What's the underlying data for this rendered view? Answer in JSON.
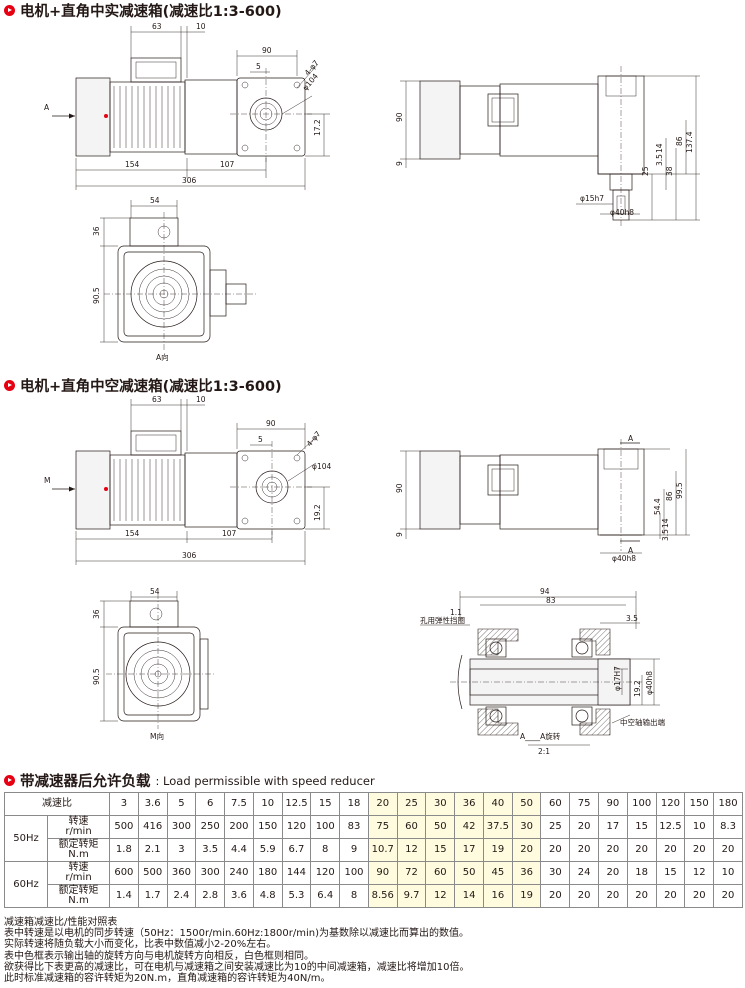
{
  "section1": {
    "title": "电机+直角中实减速箱(减速比1:3-600)"
  },
  "section2": {
    "title": "电机+直角中空减速箱(减速比1:3-600)"
  },
  "section3": {
    "title": "带减速器后允许负载",
    "subtitle": ": Load permissible with speed reducer"
  },
  "drawing1": {
    "top": {
      "dims": [
        "63",
        "10",
        "90",
        "5",
        "4-φ7",
        "φ104",
        "17.2",
        "154",
        "107",
        "306",
        "A"
      ]
    },
    "side": {
      "dims": [
        "90",
        "9",
        "86",
        "137.4",
        "3.5",
        "14",
        "25",
        "38",
        "φ15h7",
        "φ40h8"
      ]
    },
    "front": {
      "dims": [
        "54",
        "36",
        "90.5"
      ],
      "caption": "A向"
    }
  },
  "drawing2": {
    "top": {
      "dims": [
        "63",
        "10",
        "90",
        "5",
        "4-φ7",
        "φ104",
        "19.2",
        "154",
        "107",
        "306",
        "M"
      ]
    },
    "side": {
      "dims": [
        "90",
        "9",
        "54.4",
        "86",
        "99.5",
        "3.5",
        "14",
        "φ40h8",
        "A",
        "A"
      ]
    },
    "front": {
      "dims": [
        "54",
        "36",
        "90.5"
      ],
      "caption": "M向"
    },
    "section": {
      "dims": [
        "94",
        "83",
        "1.1",
        "3.5",
        "φ17H7",
        "19.2",
        "φ40h8"
      ],
      "labels": [
        "孔用弹性挡圈",
        "中空轴输出端"
      ],
      "rotation": "A____A旋转",
      "scale": "2:1"
    }
  },
  "table": {
    "ratio_label": "减速比",
    "ratios": [
      "3",
      "3.6",
      "5",
      "6",
      "7.5",
      "10",
      "12.5",
      "15",
      "18",
      "20",
      "25",
      "30",
      "36",
      "40",
      "50",
      "60",
      "75",
      "90",
      "100",
      "120",
      "150",
      "180"
    ],
    "speed_label": "转速\nr/min",
    "torque_label": "额定转矩\nN.m",
    "rows": [
      {
        "freq": "50Hz",
        "speed": [
          "500",
          "416",
          "300",
          "250",
          "200",
          "150",
          "120",
          "100",
          "83",
          "75",
          "60",
          "50",
          "42",
          "37.5",
          "30",
          "25",
          "20",
          "17",
          "15",
          "12.5",
          "10",
          "8.3"
        ],
        "torque": [
          "1.8",
          "2.1",
          "3",
          "3.5",
          "4.4",
          "5.9",
          "6.7",
          "8",
          "9",
          "10.7",
          "12",
          "15",
          "17",
          "19",
          "20",
          "20",
          "20",
          "20",
          "20",
          "20",
          "20",
          "20"
        ]
      },
      {
        "freq": "60Hz",
        "speed": [
          "600",
          "500",
          "360",
          "300",
          "240",
          "180",
          "144",
          "120",
          "100",
          "90",
          "72",
          "60",
          "50",
          "45",
          "36",
          "30",
          "24",
          "20",
          "18",
          "15",
          "12",
          "10"
        ],
        "torque": [
          "1.4",
          "1.7",
          "2.4",
          "2.8",
          "3.6",
          "4.8",
          "5.3",
          "6.4",
          "8",
          "8.56",
          "9.7",
          "12",
          "14",
          "16",
          "19",
          "20",
          "20",
          "20",
          "20",
          "20",
          "20",
          "20"
        ]
      }
    ]
  },
  "notes": [
    "减速箱减速比/性能对照表",
    "表中转速是以电机的同步转速（50Hz：1500r/min.60Hz:1800r/min)为基数除以减速比而算出的数值。",
    "实际转速将随负载大小而变化，比表中数值减小2-20%左右。",
    "表中色框表示输出轴的旋转方向与电机旋转方向相反，白色框则相同。",
    "欲获得比下表更高的减速比，可在电机与减速箱之间安装减速比为10的中间减速箱，减速比将增加10倍。",
    "此时标准减速箱的容许转矩为20N.m，直角减速箱的容许转矩为40N/m。"
  ],
  "colors": {
    "accent": "#e60012",
    "highlight": "#fffbdf",
    "grid": "#8a8a8a"
  }
}
